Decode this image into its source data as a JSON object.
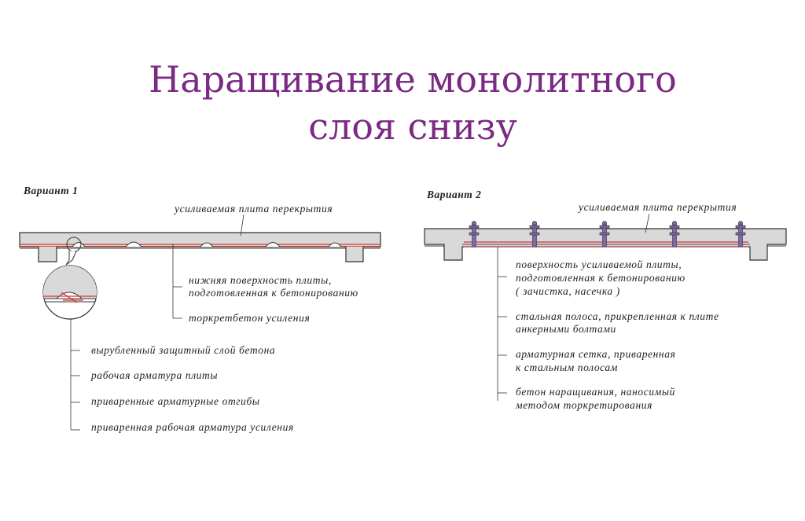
{
  "title": {
    "line1": "Наращивание монолитного",
    "line2": "слоя снизу"
  },
  "variant1": {
    "heading": "Вариант 1",
    "labels": {
      "slab": "усиливаемая плита перекрытия",
      "surface_line1": "нижняя поверхность плиты,",
      "surface_line2": "подготовленная к бетонированию",
      "shotcrete": "торкретбетон усиления",
      "cut_cover": "вырубленный защитный слой бетона",
      "working_rebar": "рабочая арматура плиты",
      "welded_bends": "приваренные арматурные отгибы",
      "welded_reinforcement": "приваренная рабочая арматура усиления"
    }
  },
  "variant2": {
    "heading": "Вариант 2",
    "labels": {
      "slab": "усиливаемая плита перекрытия",
      "surface_line1": "поверхность усиливаемой плиты,",
      "surface_line2": "подготовленная к бетонированию",
      "surface_line3": "( зачистка, насечка )",
      "strip_line1": "стальная полоса, прикрепленная к плите",
      "strip_line2": "анкерными болтами",
      "mesh_line1": "арматурная сетка, приваренная",
      "mesh_line2": "к стальным полосам",
      "concrete_line1": "бетон  наращивания, наносимый",
      "concrete_line2": "методом торкретирования"
    }
  },
  "colors": {
    "title": "#7b2a84",
    "slab_fill": "#d9d9d9",
    "outline": "#333333",
    "rebar": "#d9342b",
    "bolt": "#7d6aa8"
  }
}
